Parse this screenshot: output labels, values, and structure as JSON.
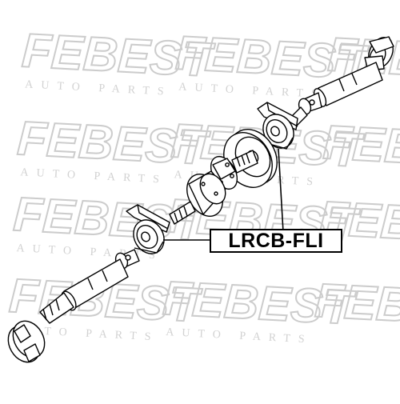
{
  "part_label": "LRCB-FLI",
  "watermark": {
    "brand": "FEBEST",
    "tagline": "AUTO PARTS"
  },
  "colors": {
    "watermark": "#d4d4d4",
    "line": "#000000",
    "background": "#ffffff"
  }
}
